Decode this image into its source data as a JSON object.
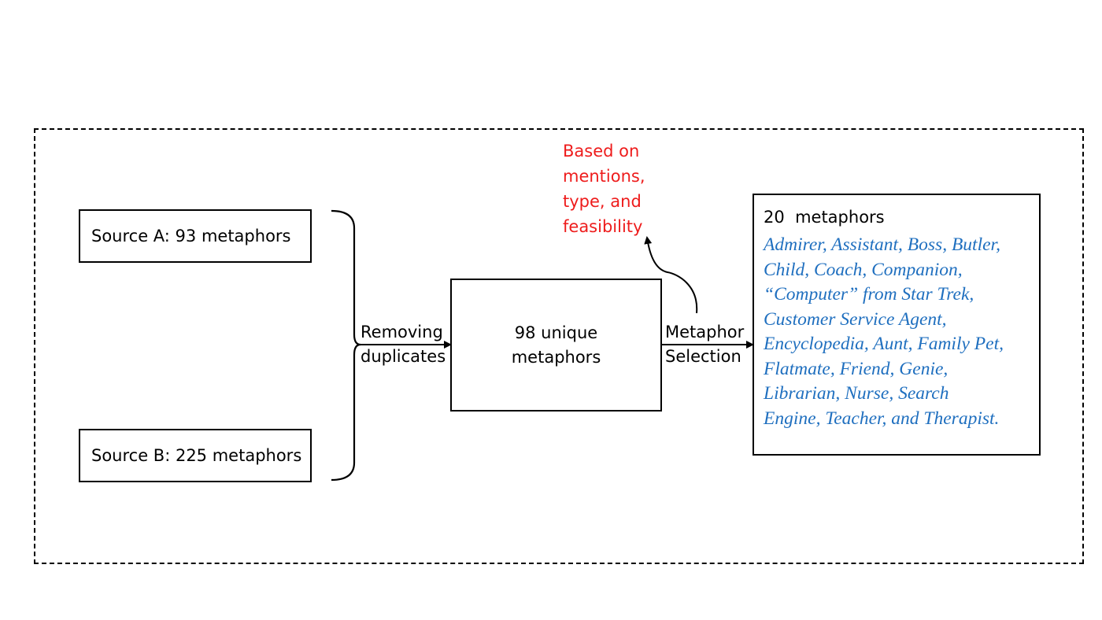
{
  "sources": {
    "a_label": "Source A: 93 metaphors",
    "b_label": "Source B: 225 metaphors"
  },
  "merge_step": {
    "line1": "Removing",
    "line2": "duplicates"
  },
  "unique": {
    "line1": "98 unique",
    "line2": "metaphors"
  },
  "selection_step": {
    "line1": "Metaphor",
    "line2": "Selection"
  },
  "criteria_note": {
    "lines": [
      "Based on",
      "mentions,",
      "type, and",
      "feasibility"
    ],
    "color": "#ee1c1c"
  },
  "result": {
    "title": "20  metaphors",
    "lines": [
      "Admirer, Assistant, Boss, Butler,",
      "Child, Coach, Companion,",
      "“Computer” from Star Trek,",
      "Customer Service Agent,",
      "Encyclopedia, Aunt, Family Pet,",
      "Flatmate, Friend, Genie,",
      "Librarian, Nurse, Search",
      "Engine, Teacher, and Therapist."
    ],
    "color": "#1f6fbf"
  }
}
